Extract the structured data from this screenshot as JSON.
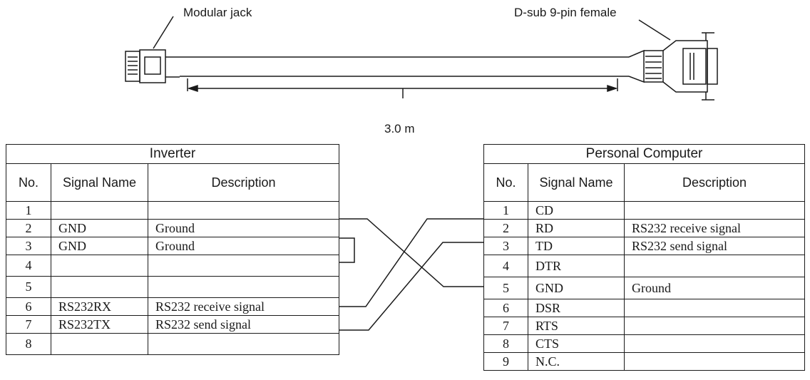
{
  "labels": {
    "modular_jack": "Modular jack",
    "dsub": "D-sub 9-pin female",
    "length": "3.0 m"
  },
  "inverter": {
    "title": "Inverter",
    "headers": {
      "no": "No.",
      "signal": "Signal Name",
      "description": "Description"
    },
    "rows": [
      {
        "no": "1",
        "signal": "",
        "description": ""
      },
      {
        "no": "2",
        "signal": "GND",
        "description": "Ground"
      },
      {
        "no": "3",
        "signal": "GND",
        "description": "Ground"
      },
      {
        "no": "4",
        "signal": "",
        "description": ""
      },
      {
        "no": "5",
        "signal": "",
        "description": ""
      },
      {
        "no": "6",
        "signal": "RS232RX",
        "description": "RS232 receive signal"
      },
      {
        "no": "7",
        "signal": "RS232TX",
        "description": "RS232 send signal"
      },
      {
        "no": "8",
        "signal": "",
        "description": ""
      }
    ]
  },
  "pc": {
    "title": "Personal Computer",
    "headers": {
      "no": "No.",
      "signal": "Signal Name",
      "description": "Description"
    },
    "rows": [
      {
        "no": "1",
        "signal": "CD",
        "description": ""
      },
      {
        "no": "2",
        "signal": "RD",
        "description": "RS232 receive signal"
      },
      {
        "no": "3",
        "signal": "TD",
        "description": "RS232 send signal"
      },
      {
        "no": "4",
        "signal": "DTR",
        "description": ""
      },
      {
        "no": "5",
        "signal": "GND",
        "description": "Ground"
      },
      {
        "no": "6",
        "signal": "DSR",
        "description": ""
      },
      {
        "no": "7",
        "signal": "RTS",
        "description": ""
      },
      {
        "no": "8",
        "signal": "CTS",
        "description": ""
      },
      {
        "no": "9",
        "signal": "N.C.",
        "description": ""
      }
    ]
  }
}
